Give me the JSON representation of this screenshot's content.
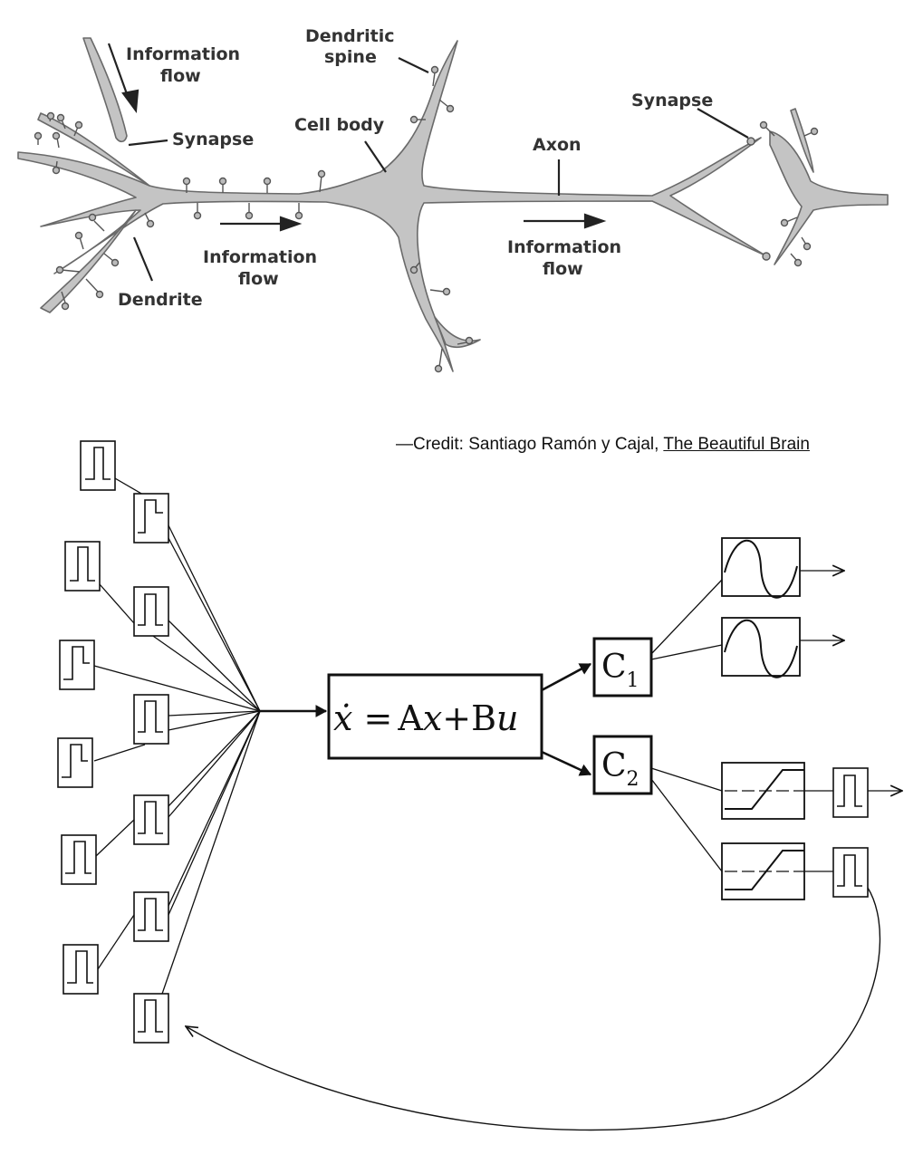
{
  "neuron": {
    "labels": {
      "information_flow_top": [
        "Information",
        "flow"
      ],
      "dendritic_spine": [
        "Dendritic",
        "spine"
      ],
      "synapse_left": "Synapse",
      "cell_body": "Cell body",
      "axon": "Axon",
      "synapse_right": "Synapse",
      "information_flow_mid": [
        "Information",
        "flow"
      ],
      "information_flow_right": [
        "Information",
        "flow"
      ],
      "dendrite": "Dendrite"
    }
  },
  "credit": {
    "prefix": "—Credit: Santiago Ramón y Cajal, ",
    "link_text": "The Beautiful Brain"
  },
  "system": {
    "state_equation": {
      "xdot": "ẋ",
      "equals": " =",
      "A": "A",
      "x": "x",
      "plus": "+",
      "B": "B",
      "u": "u"
    },
    "outputs": [
      {
        "letter": "C",
        "subscript": "1"
      },
      {
        "letter": "C",
        "subscript": "2"
      }
    ]
  }
}
